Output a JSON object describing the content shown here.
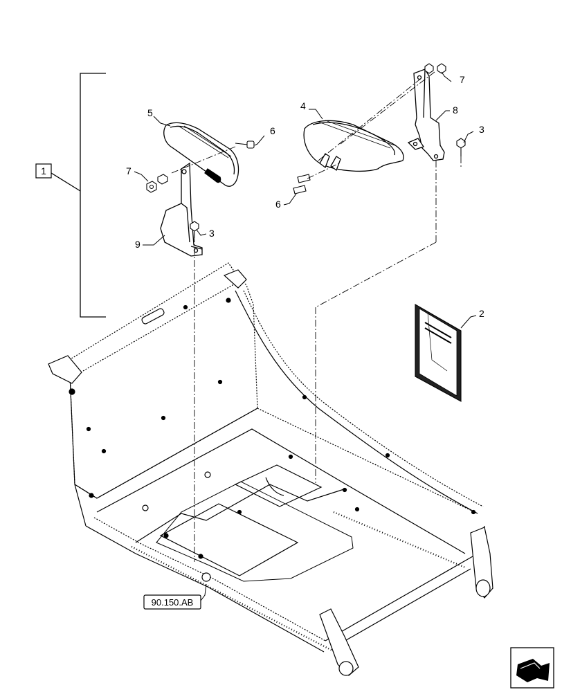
{
  "diagram": {
    "callouts": {
      "item_1": "1",
      "item_2": "2",
      "item_3a": "3",
      "item_3b": "3",
      "item_4": "4",
      "item_5": "5",
      "item_6a": "6",
      "item_6b": "6",
      "item_7a": "7",
      "item_7b": "7",
      "item_8": "8",
      "item_9": "9"
    },
    "reference_label": "90.150.AB",
    "navigation_icon": "arrow-nav-icon",
    "colors": {
      "line": "#000000",
      "background": "#ffffff",
      "dashed": "#000000"
    }
  }
}
